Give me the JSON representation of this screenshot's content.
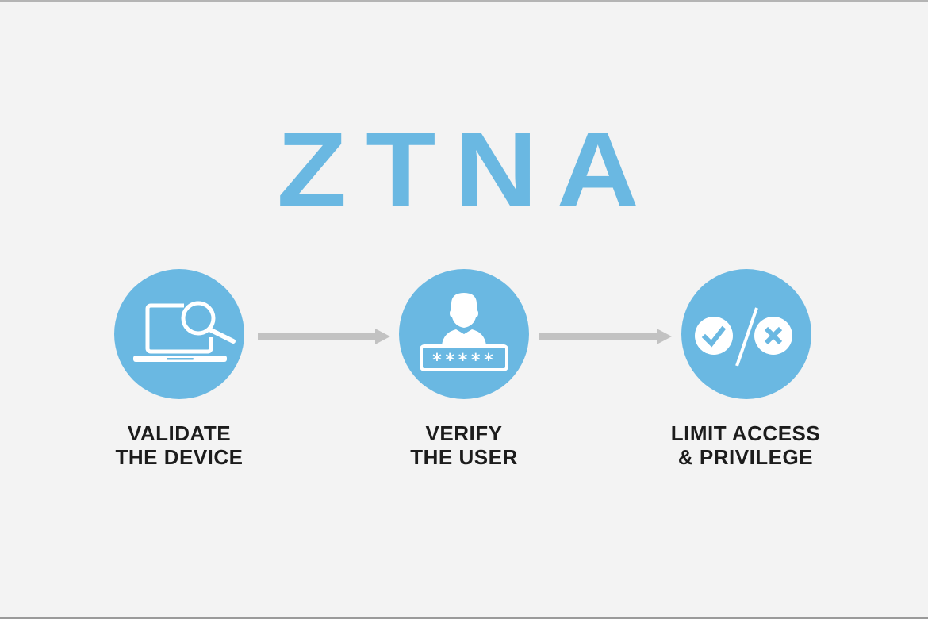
{
  "title": "ZTNA",
  "colors": {
    "accent": "#6ab8e2",
    "background": "#f3f3f3",
    "arrow": "#c2c2c2",
    "text": "#1c1c1c",
    "icon": "#ffffff"
  },
  "steps": [
    {
      "icon": "laptop-magnifier-icon",
      "label_line1": "VALIDATE",
      "label_line2": "THE DEVICE"
    },
    {
      "icon": "user-password-icon",
      "label_line1": "VERIFY",
      "label_line2": "THE USER",
      "password_mask": "*****"
    },
    {
      "icon": "allow-deny-icon",
      "label_line1": "LIMIT ACCESS",
      "label_line2": "& PRIVILEGE"
    }
  ],
  "connectors": [
    {
      "from": 0,
      "to": 1,
      "icon": "arrow-right-icon"
    },
    {
      "from": 1,
      "to": 2,
      "icon": "arrow-right-icon"
    }
  ]
}
